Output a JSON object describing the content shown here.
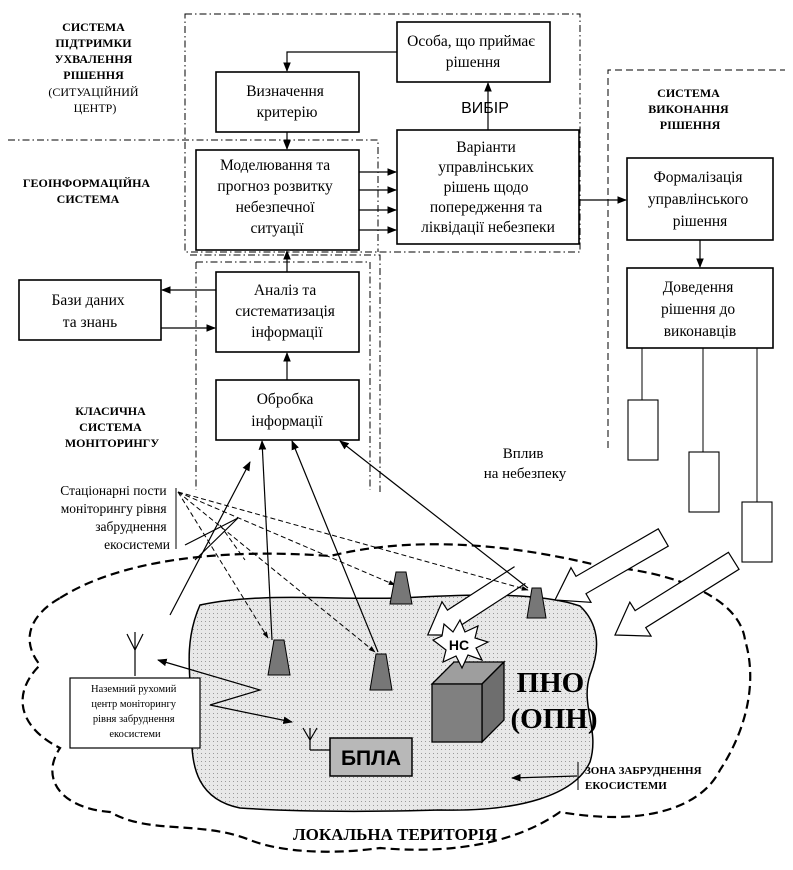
{
  "labels": {
    "support_system": [
      "СИСТЕМА",
      "ПІДТРИМКИ",
      "УХВАЛЕННЯ",
      "РІШЕННЯ",
      "(СИТУАЦІЙНИЙ",
      "ЦЕНТР)"
    ],
    "geo_system": [
      "ГЕОІНФОРМАЦІЙНА",
      "СИСТЕМА"
    ],
    "classic_monitoring": [
      "КЛАСИЧНА",
      "СИСТЕМА",
      "МОНІТОРИНГУ"
    ],
    "execution_system": [
      "СИСТЕМА",
      "ВИКОНАННЯ",
      "РІШЕННЯ"
    ],
    "choice": "ВИБІР",
    "impact": [
      "Вплив",
      "на небезпеку"
    ],
    "stationary_posts": [
      "Стаціонарні пости",
      "моніторингу рівня",
      "забруднення",
      "екосистеми"
    ],
    "mobile_center": [
      "Наземний рухомий",
      "центр моніторингу",
      "рівня забруднення",
      "екосистеми"
    ],
    "pollution_zone": [
      "ЗОНА ЗАБРУДНЕННЯ",
      "ЕКОСИСТЕМИ"
    ],
    "local_territory": "ЛОКАЛЬНА ТЕРИТОРІЯ",
    "hazard_object": [
      "ПНО",
      "(ОПН)"
    ],
    "emergency": "НС",
    "uav": "БПЛА"
  },
  "boxes": {
    "decision_maker": [
      "Особа, що приймає",
      "рішення"
    ],
    "criteria": [
      "Визначення",
      "критерію"
    ],
    "modeling": [
      "Моделювання та",
      "прогноз розвитку",
      "небезпечної",
      "ситуації"
    ],
    "variants": [
      "Варіанти",
      "управлінських",
      "рішень щодо",
      "попередження та",
      "ліквідації небезпеки"
    ],
    "formalization": [
      "Формалізація",
      "управлінського",
      "рішення"
    ],
    "delivery": [
      "Доведення",
      "рішення до",
      "виконавців"
    ],
    "databases": [
      "Бази даних",
      "та знань"
    ],
    "analysis": [
      "Аналіз та",
      "систематизація",
      "інформації"
    ],
    "processing": [
      "Обробка",
      "інформації"
    ]
  }
}
